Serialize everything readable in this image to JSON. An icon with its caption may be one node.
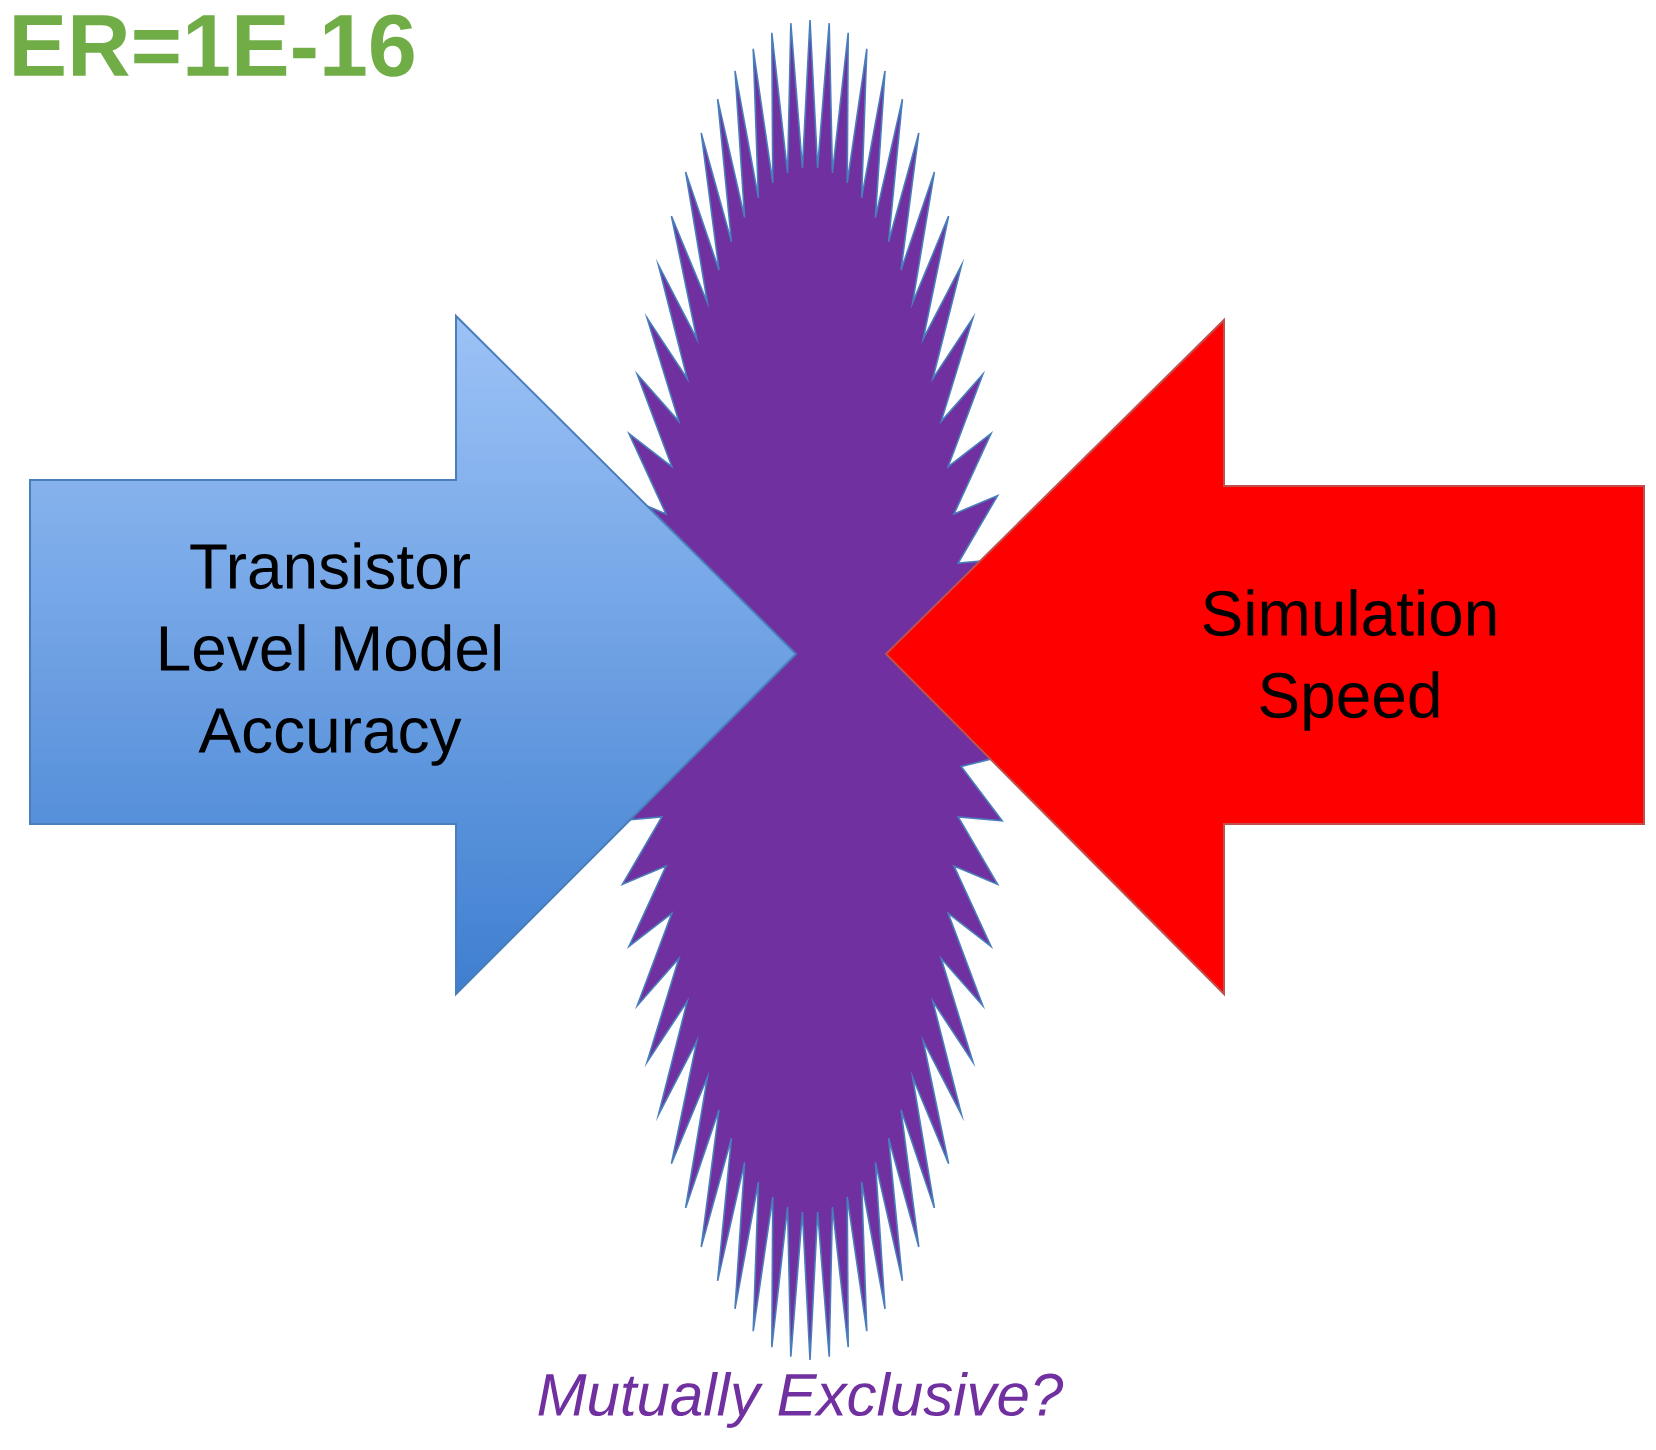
{
  "diagram": {
    "title": "ER=1E-16",
    "caption": "Mutually Exclusive?",
    "nodes": [
      {
        "text": [],
        "shape": "star"
      },
      {
        "text": [
          "Transistor Level Model Accuracy"
        ]
      },
      {
        "text": [
          "Simulation Speed"
        ]
      }
    ]
  }
}
